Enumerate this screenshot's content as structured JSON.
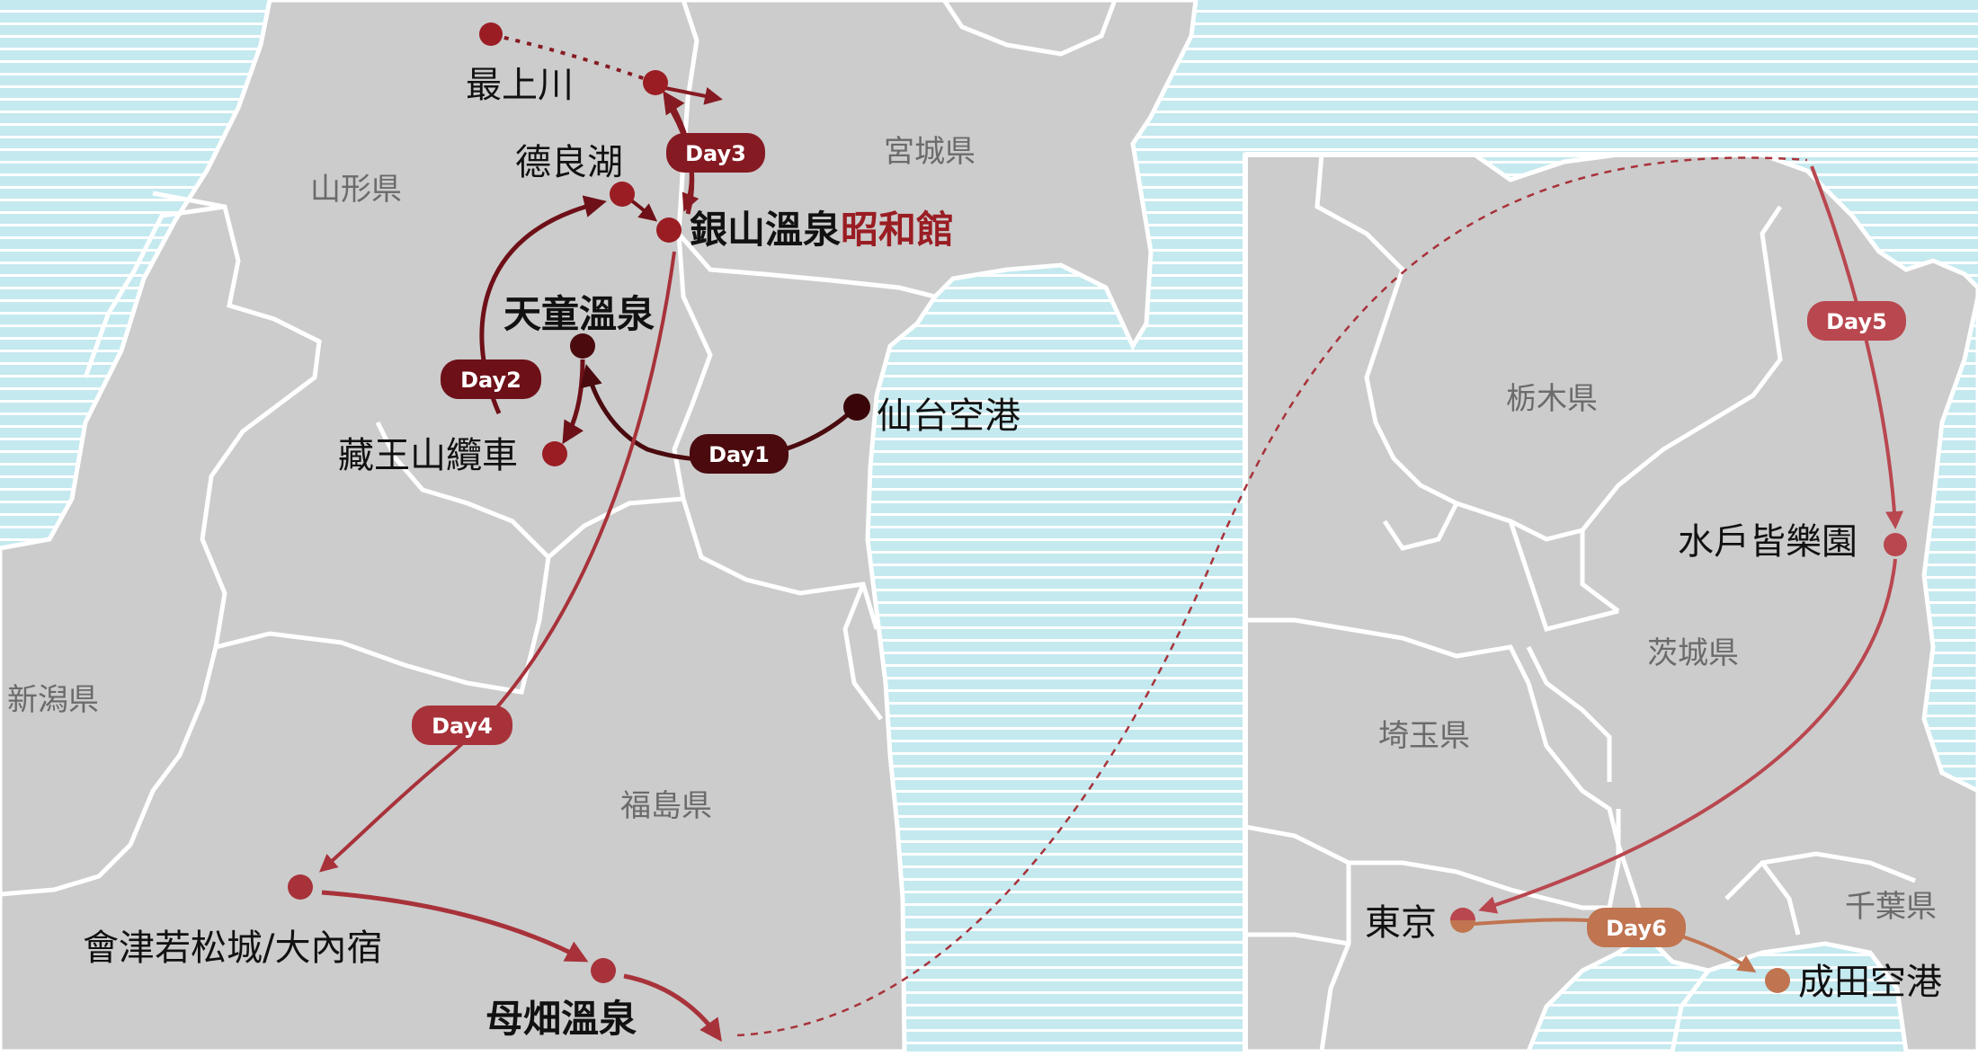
{
  "prefectures": {
    "yamagata": "山形県",
    "miyagi": "宮城県",
    "niigata": "新潟県",
    "fukushima": "福島県",
    "tochigi": "栃木県",
    "ibaraki": "茨城県",
    "saitama": "埼玉県",
    "chiba": "千葉県"
  },
  "places": {
    "mogami": "最上川",
    "tokura": "德良湖",
    "ginzan": "銀山溫泉",
    "ginzan_hotel": "昭和館",
    "tendo": "天童溫泉",
    "zao": "藏王山纜車",
    "sendai": "仙台空港",
    "aizu": "會津若松城/大內宿",
    "hobata": "母畑溫泉",
    "mito": "水戶皆樂園",
    "tokyo": "東京",
    "narita": "成田空港"
  },
  "days": {
    "day1": "Day1",
    "day2": "Day2",
    "day3": "Day3",
    "day4": "Day4",
    "day5": "Day5",
    "day6": "Day6"
  },
  "colors": {
    "sea": "#c4e9ef",
    "land": "#cccccc",
    "border": "#ffffff",
    "day1": "#4a0a0e",
    "day2": "#6e1018",
    "day3": "#861a22",
    "day4": "#a8323a",
    "day5": "#b9474f",
    "day6": "#c07450",
    "highlight": "#9a1d23"
  }
}
